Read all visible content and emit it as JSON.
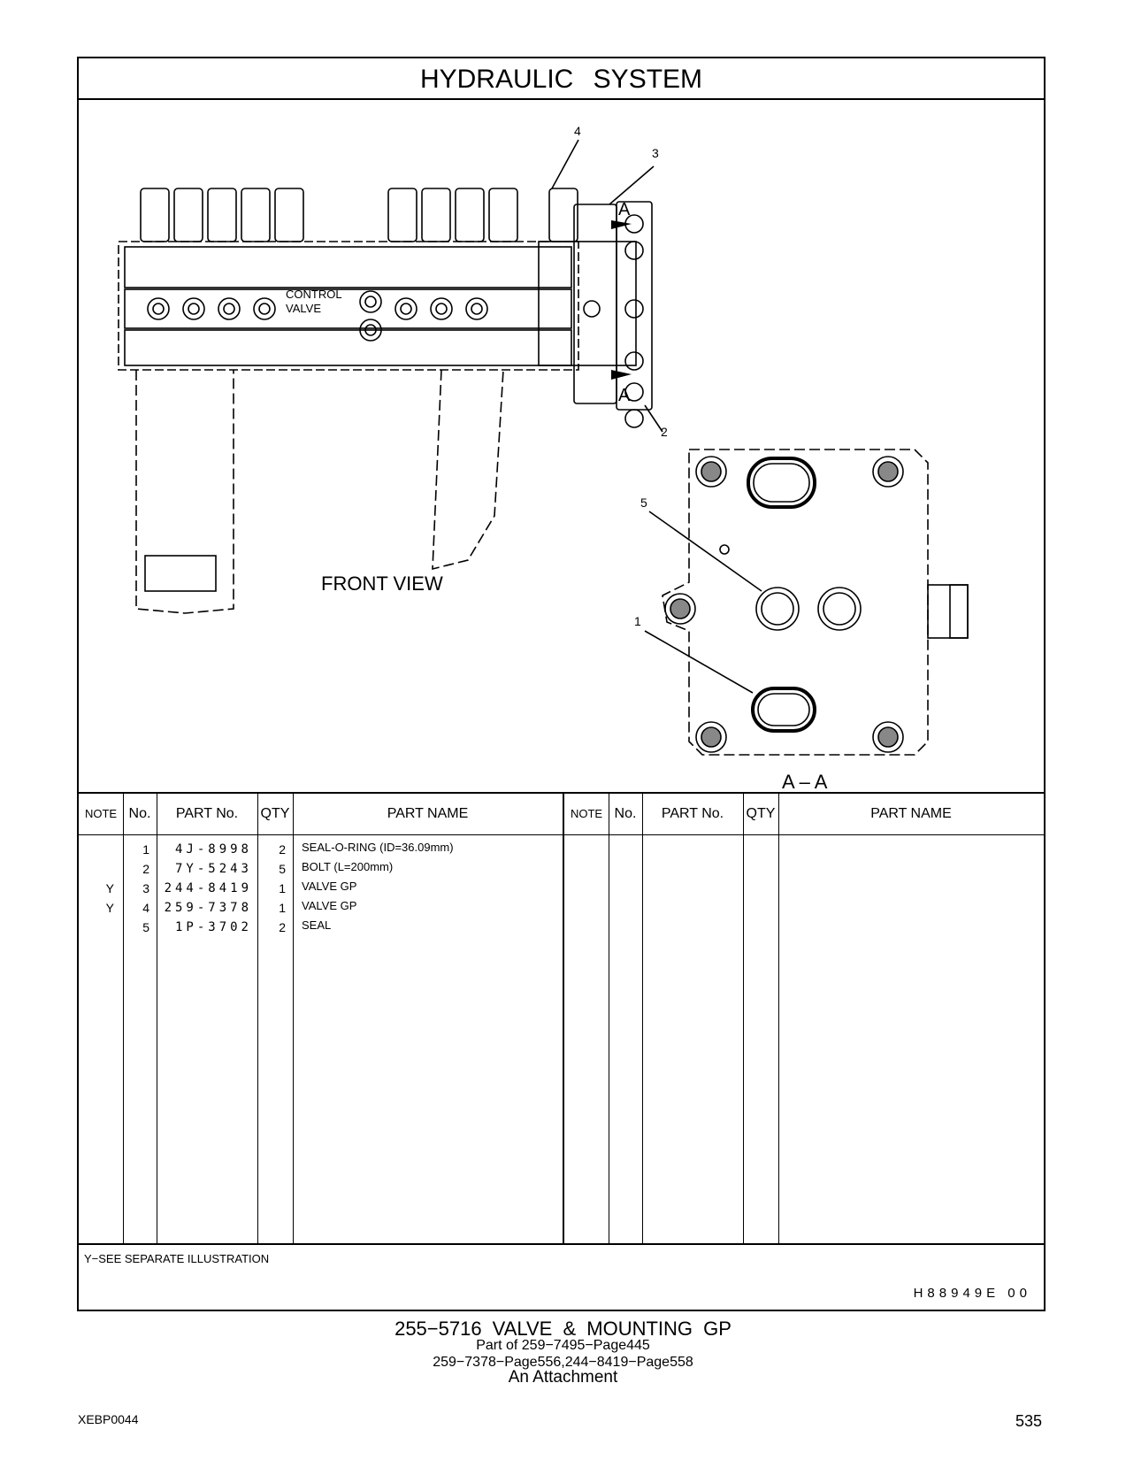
{
  "title": "HYDRAULIC SYSTEM",
  "drawing": {
    "control_valve_line1": "CONTROL",
    "control_valve_line2": "VALVE",
    "front_view": "FRONT VIEW",
    "section_label": "A – A",
    "arrow_label": "A",
    "callouts": [
      "1",
      "2",
      "3",
      "4",
      "5"
    ]
  },
  "table": {
    "headers": {
      "note": "NOTE",
      "no": "No.",
      "part_no": "PART No.",
      "qty": "QTY",
      "part_name": "PART NAME"
    },
    "rows": [
      {
        "note": "",
        "no": "1",
        "part_no": "4J-8998",
        "qty": "2",
        "name": "SEAL-O-RING (ID=36.09mm)"
      },
      {
        "note": "",
        "no": "2",
        "part_no": "7Y-5243",
        "qty": "5",
        "name": "BOLT (L=200mm)"
      },
      {
        "note": "Y",
        "no": "3",
        "part_no": "244-8419",
        "qty": "1",
        "name": "VALVE GP"
      },
      {
        "note": "Y",
        "no": "4",
        "part_no": "259-7378",
        "qty": "1",
        "name": "VALVE GP"
      },
      {
        "note": "",
        "no": "5",
        "part_no": "1P-3702",
        "qty": "2",
        "name": "SEAL"
      }
    ]
  },
  "footnote": "Y−SEE SEPARATE ILLUSTRATION",
  "drawing_number": "H88949E 00",
  "caption": {
    "line1": "255−5716 VALVE & MOUNTING GP",
    "line2": "Part of 259−7495−Page445",
    "line3": "259−7378−Page556,244−8419−Page558",
    "line4": "An Attachment"
  },
  "doc_id": "XEBP0044",
  "page_number": "535"
}
